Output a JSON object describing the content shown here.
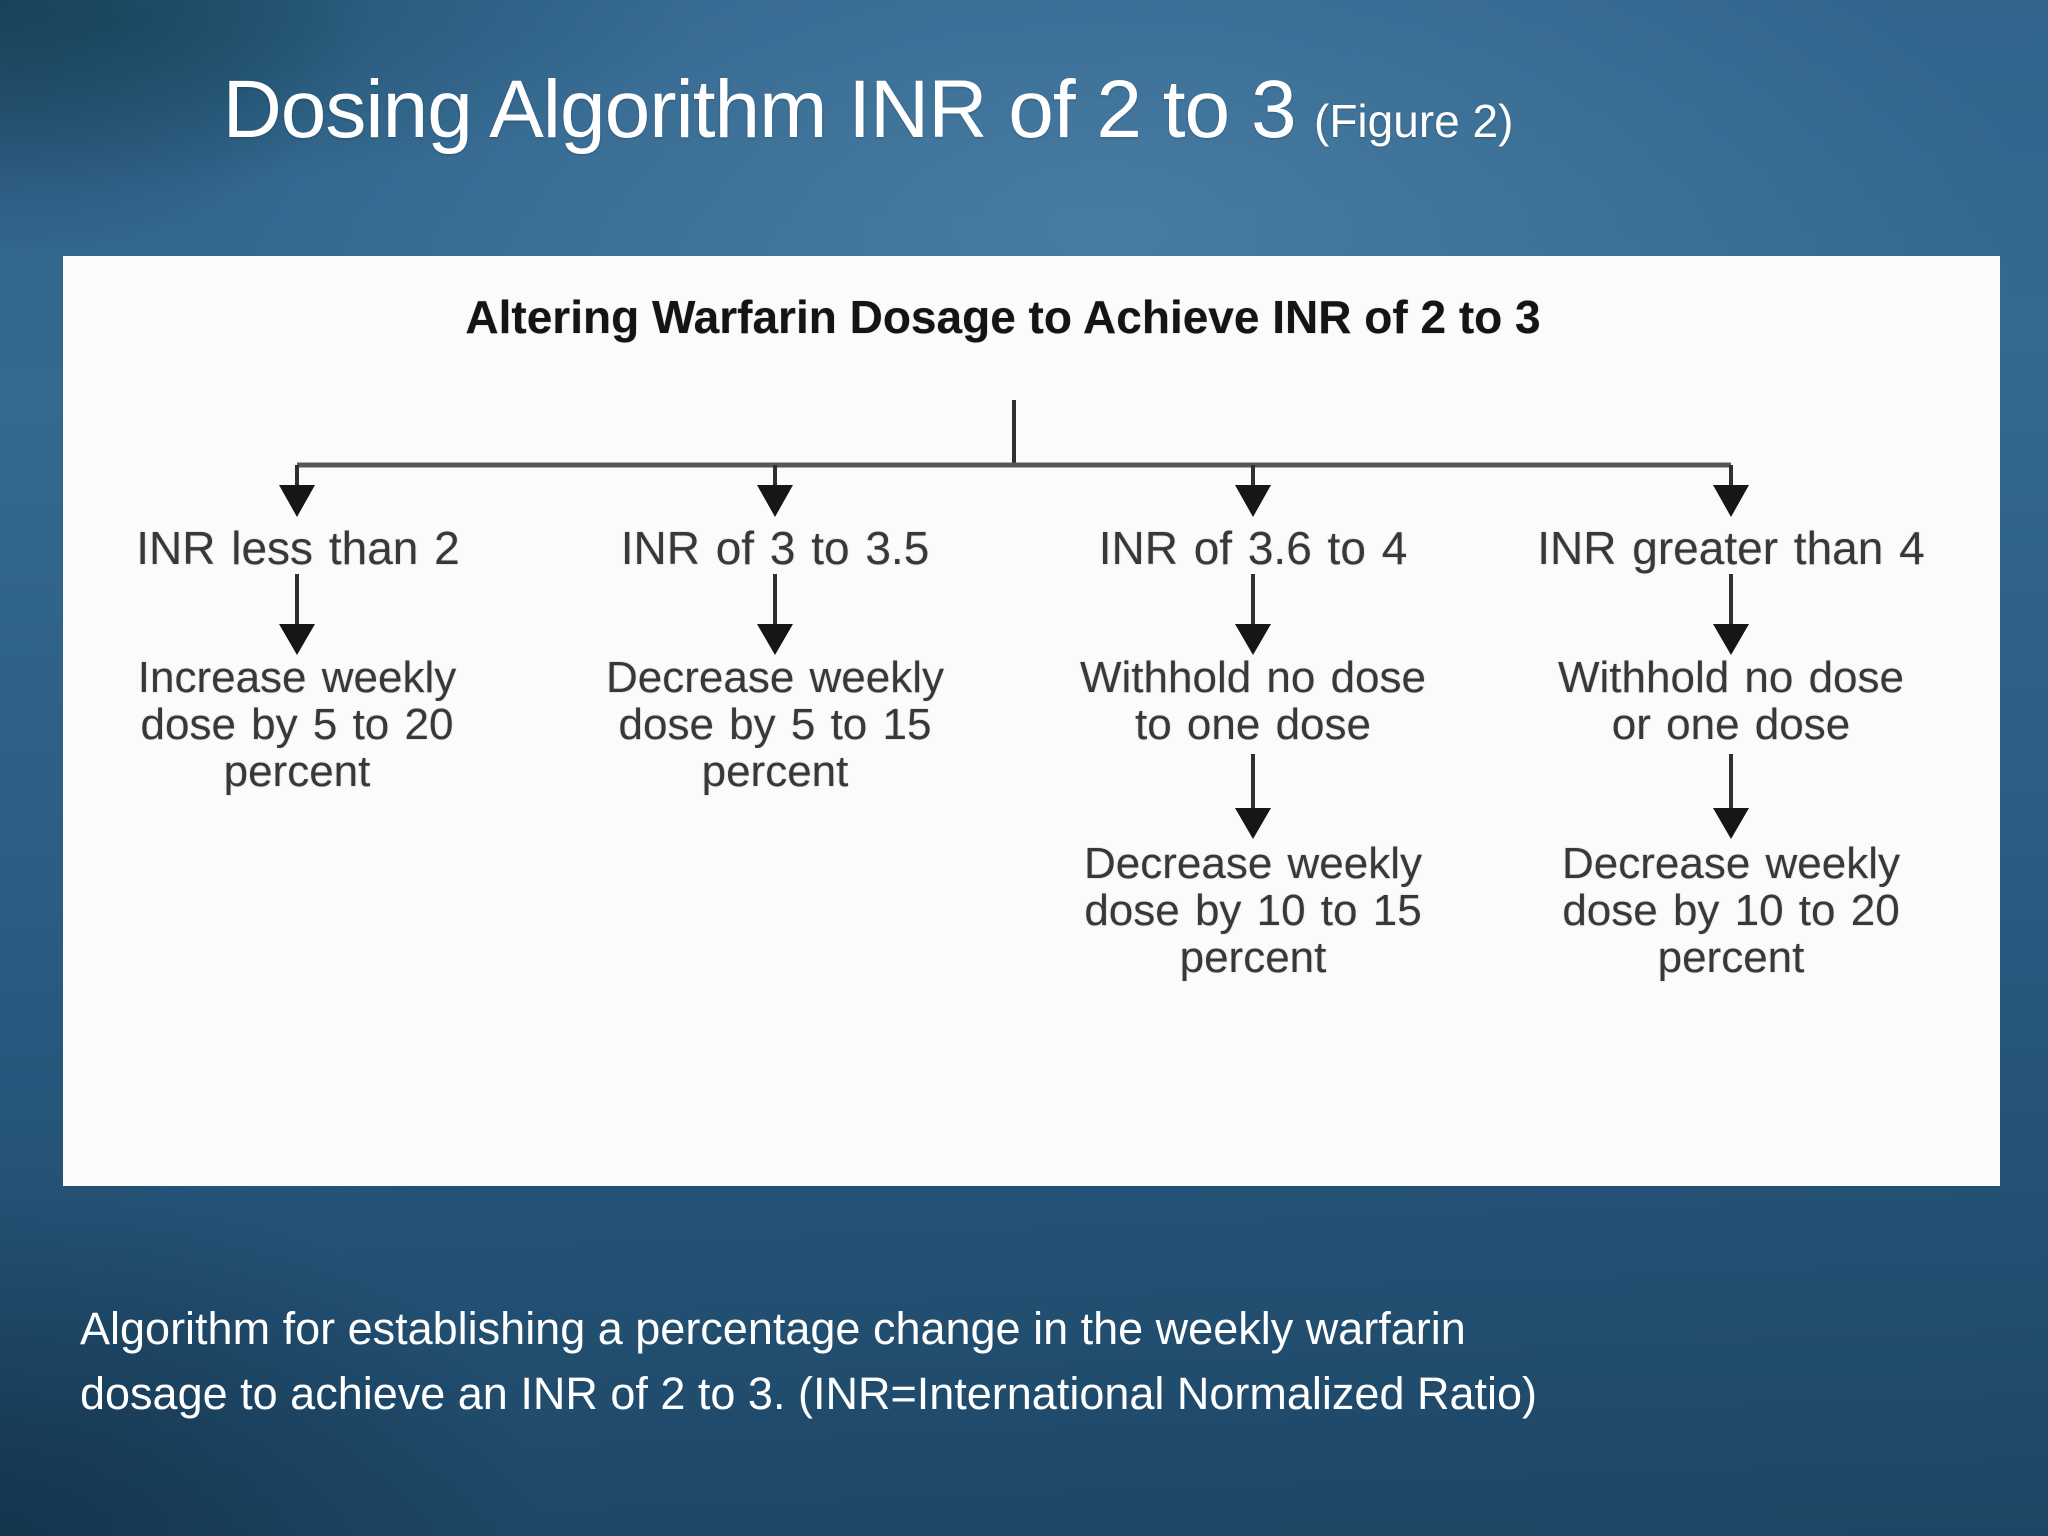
{
  "slide": {
    "title": "Dosing Algorithm INR of 2 to 3",
    "title_suffix": "(Figure 2)",
    "caption_lines": [
      "Algorithm for establishing a percentage change in the weekly warfarin",
      "dosage to achieve an INR of 2 to 3. (INR=International Normalized Ratio)"
    ]
  },
  "figure": {
    "heading": "Altering Warfarin Dosage to Achieve INR of 2 to 3",
    "branches": [
      {
        "condition": "INR less than 2",
        "action": "Increase weekly dose by 5 to 20 percent"
      },
      {
        "condition": "INR of 3 to 3.5",
        "action": "Decrease weekly dose by 5 to 15 percent"
      },
      {
        "condition": "INR of 3.6 to 4",
        "action": "Withhold no dose to one dose",
        "followup": "Decrease weekly dose by 10 to 15 percent"
      },
      {
        "condition": "INR greater than 4",
        "action": "Withhold no dose or one dose",
        "followup": "Decrease weekly dose by 10 to 20 percent"
      }
    ]
  },
  "colors": {
    "background_top": "#35698f",
    "background_bottom": "#1d4665",
    "panel": "#fbfbfa",
    "figure_text": "#383838",
    "connector": "#2f2f2f",
    "title_text": "#ffffff"
  }
}
